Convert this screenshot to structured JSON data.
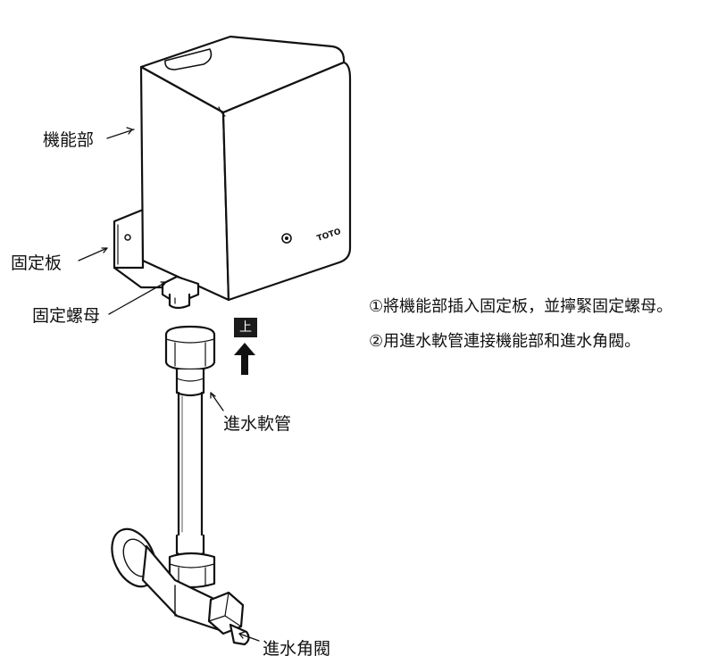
{
  "labels": {
    "function_unit": "機能部",
    "mount_plate": "固定板",
    "fixing_nut": "固定螺母",
    "inlet_hose": "進水軟管",
    "angle_valve": "進水角閥",
    "up_mark": "上",
    "brand": "TOTO"
  },
  "instructions": [
    "①將機能部插入固定板，並擰緊固定螺母。",
    "②用進水軟管連接機能部和進水角閥。"
  ]
}
